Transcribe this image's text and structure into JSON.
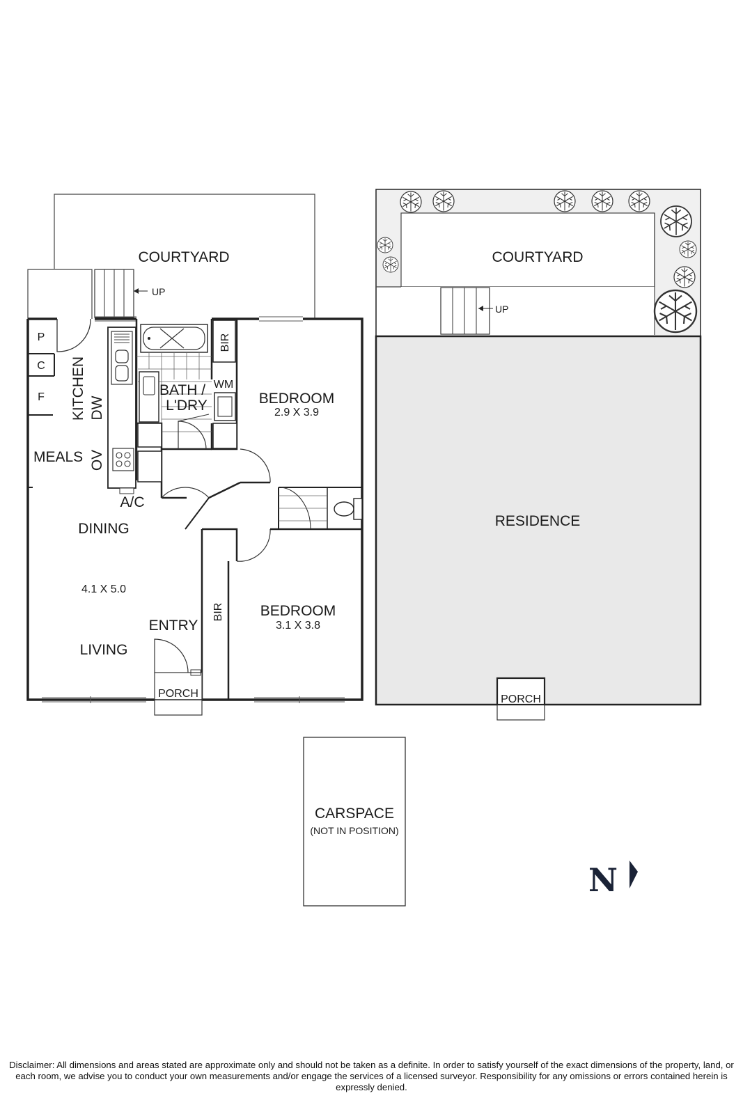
{
  "left_plan": {
    "courtyard": "COURTYARD",
    "up": "UP",
    "pantry": "P",
    "cupboard": "C",
    "fridge": "F",
    "kitchen": "KITCHEN",
    "dishwasher": "DW",
    "oven": "OV",
    "meals": "MEALS",
    "aircon": "A/C",
    "dining": "DINING",
    "living_dims": "4.1 X 5.0",
    "living": "LIVING",
    "entry": "ENTRY",
    "porch": "PORCH",
    "bath_line1": "BATH /",
    "bath_line2": "L'DRY",
    "washing_machine": "WM",
    "bir": "BIR",
    "bedroom1": "BEDROOM",
    "bedroom1_dims": "2.9 X 3.9",
    "bedroom2": "BEDROOM",
    "bedroom2_dims": "3.1 X 3.8"
  },
  "right_plan": {
    "courtyard": "COURTYARD",
    "up": "UP",
    "residence": "RESIDENCE",
    "porch": "PORCH"
  },
  "carspace": {
    "title": "CARSPACE",
    "subtitle": "(NOT IN POSITION)"
  },
  "compass": {
    "label": "N"
  },
  "disclaimer": "Disclaimer: All dimensions and areas stated are approximate only and should not be taken as a definite. In order to satisfy yourself of the exact dimensions of the property, land, or each room, we advise you to conduct your own measurements and/or engage the services of a licensed surveyor. Responsibility for any omissions or errors contained herein is expressly denied.",
  "colors": {
    "wall": "#222222",
    "residence_fill": "#e9e9e9",
    "garden_fill": "#f0f0f0"
  }
}
